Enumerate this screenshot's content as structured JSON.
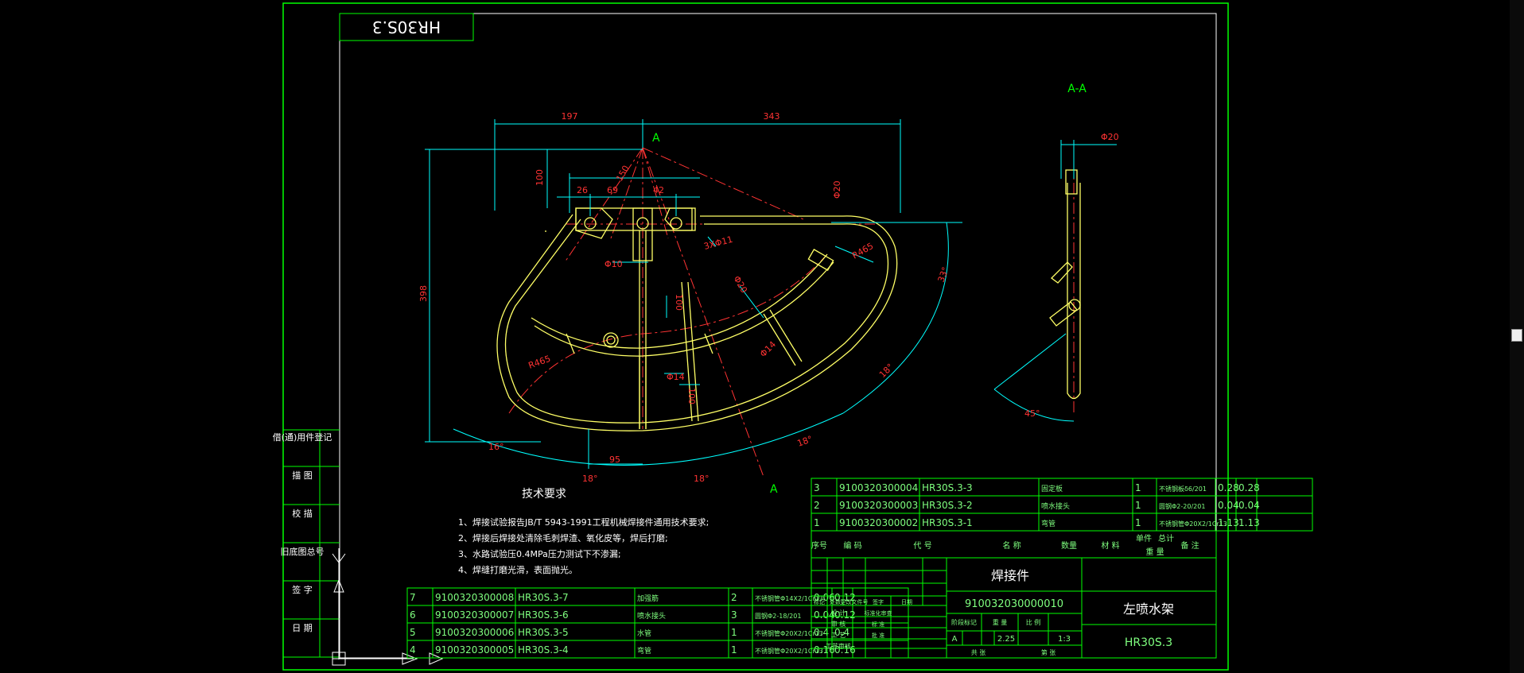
{
  "colors": {
    "background": "#000000",
    "frame": "#00ff00",
    "dimension": "#00ffff",
    "part": "#ffff66",
    "centerline": "#ff3333",
    "text_white": "#ffffff",
    "table_text": "#7fff7f"
  },
  "drawing": {
    "title_box": "HR30S.3",
    "section_label": "A-A",
    "section_mark_top": "A",
    "section_mark_bottom": "A",
    "dims": {
      "d197": "197",
      "d343": "343",
      "d100": "100",
      "d26": "26",
      "d69": "69",
      "d42": "42",
      "d150": "150",
      "d20_top": "Φ20",
      "d20_right": "Φ20",
      "d33": "33°",
      "d18_right": "18°",
      "d18_bottom_right": "18°",
      "d16": "16°",
      "d18_bottom_a": "18°",
      "d18_bottom_b": "18°",
      "d95": "95",
      "d398": "398",
      "d3x11": "3XΦ11",
      "dphi10": "Φ10",
      "d100b": "100",
      "dphi20b": "Φ20",
      "dphi14": "Φ14",
      "dphi14b": "Φ14",
      "d100c": "100",
      "r465": "R465",
      "r465b": "R465",
      "d45": "45°"
    }
  },
  "tech": {
    "heading": "技术要求",
    "lines": [
      "1、焊接试验报告JB/T 5943-1991工程机械焊接件通用技术要求;",
      "2、焊接后焊接处清除毛刺焊渣、氧化皮等，焊后打磨;",
      "3、水路试验压0.4MPa压力测试下不渗漏;",
      "4、焊缝打磨光滑，表面抛光。"
    ]
  },
  "side_labels": [
    "借(通)用件登记",
    "描  图",
    "校  描",
    "旧底图总号",
    "签  字",
    "日  期"
  ],
  "bom_upper": [
    {
      "no": "3",
      "code": "9100320300004",
      "drawing": "HR30S.3-3",
      "name": "固定板",
      "qty": "1",
      "material": "不锈钢板δ6/201",
      "unit": "0.28",
      "total": "0.28"
    },
    {
      "no": "2",
      "code": "9100320300003",
      "drawing": "HR30S.3-2",
      "name": "喷水接头",
      "qty": "1",
      "material": "圆钢Φ2-20/201",
      "unit": "0.04",
      "total": "0.04"
    },
    {
      "no": "1",
      "code": "9100320300002",
      "drawing": "HR30S.3-1",
      "name": "弯管",
      "qty": "1",
      "material": "不锈钢管Φ20X2/1Cr13",
      "unit": "1.13",
      "total": "1.13"
    }
  ],
  "bom_header": {
    "no": "序号",
    "code": "编  码",
    "drawing": "代  号",
    "name": "名    称",
    "qty": "数量",
    "material": "材  料",
    "unit": "单件",
    "total": "总计",
    "weight": "重  量",
    "remark": "备  注"
  },
  "bom_lower": [
    {
      "no": "7",
      "code": "9100320300008",
      "drawing": "HR30S.3-7",
      "name": "加强筋",
      "qty": "2",
      "material": "不锈钢管Φ14X2/1Cr13",
      "unit": "0.06",
      "total": "0.12"
    },
    {
      "no": "6",
      "code": "9100320300007",
      "drawing": "HR30S.3-6",
      "name": "喷水接头",
      "qty": "3",
      "material": "圆钢Φ2-18/201",
      "unit": "0.04",
      "total": "0.12"
    },
    {
      "no": "5",
      "code": "9100320300006",
      "drawing": "HR30S.3-5",
      "name": "水管",
      "qty": "1",
      "material": "不锈钢管Φ20X2/1Cr13",
      "unit": "0.4",
      "total": "0.4"
    },
    {
      "no": "4",
      "code": "9100320300005",
      "drawing": "HR30S.3-4",
      "name": "弯管",
      "qty": "1",
      "material": "不锈钢管Φ20X2/1Cr13",
      "unit": "0.16",
      "total": "0.16"
    }
  ],
  "title_block": {
    "type": "焊接件",
    "code": "910032030000010",
    "name": "左喷水架",
    "drawing_no": "HR30S.3",
    "stage_label": "阶段标记",
    "weight_label": "重  量",
    "scale_label": "比  例",
    "stage": "A",
    "weight": "2.25",
    "scale": "1:3",
    "sheet_total": "共    张",
    "sheet_no": "第    张",
    "rows": [
      "标记",
      "处数",
      "更改文件号",
      "签字",
      "日期"
    ],
    "roles": [
      "设  计",
      "审  核",
      "工  艺",
      "工艺审核"
    ],
    "roles2": [
      "标准化审查",
      "标  准",
      "批  准"
    ]
  }
}
